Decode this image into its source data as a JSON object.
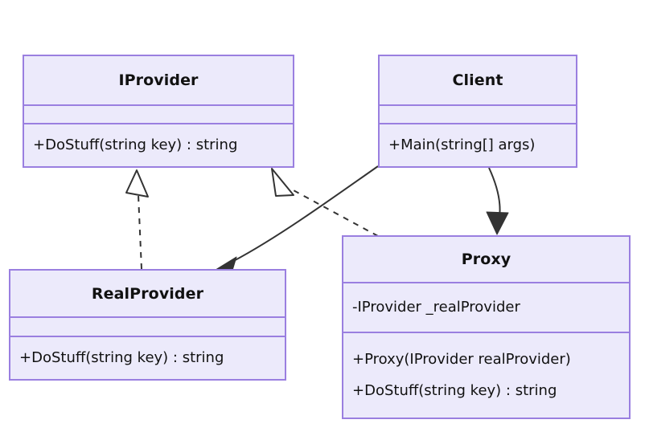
{
  "diagram": {
    "kind": "uml-class-diagram",
    "background_color": "#FFFFFF",
    "box_fill_color": "#ECEAFB",
    "box_border_color": "#9A7FE0",
    "line_color": "#333333",
    "text_color": "#111111"
  },
  "classes": {
    "iprovider": {
      "name": "IProvider",
      "attributes": [],
      "operations": [
        "+DoStuff(string key) : string"
      ]
    },
    "client": {
      "name": "Client",
      "attributes": [],
      "operations": [
        "+Main(string[] args)"
      ]
    },
    "realprovider": {
      "name": "RealProvider",
      "attributes": [],
      "operations": [
        "+DoStuff(string key) : string"
      ]
    },
    "proxy": {
      "name": "Proxy",
      "attributes": [
        "-IProvider _realProvider"
      ],
      "operations": [
        "+Proxy(IProvider realProvider)",
        "+DoStuff(string key) : string"
      ]
    }
  },
  "relationships": [
    {
      "id": "realprovider-implements-iprovider",
      "type": "realization",
      "from": "RealProvider",
      "to": "IProvider",
      "line_style": "dashed",
      "arrowhead": "hollow-triangle"
    },
    {
      "id": "proxy-implements-iprovider",
      "type": "realization",
      "from": "Proxy",
      "to": "IProvider",
      "line_style": "dashed",
      "arrowhead": "hollow-triangle"
    },
    {
      "id": "client-uses-realprovider",
      "type": "association",
      "from": "Client",
      "to": "RealProvider",
      "line_style": "solid",
      "arrowhead": "filled-arrow"
    },
    {
      "id": "client-uses-proxy",
      "type": "association",
      "from": "Client",
      "to": "Proxy",
      "line_style": "solid",
      "arrowhead": "filled-arrow"
    }
  ]
}
